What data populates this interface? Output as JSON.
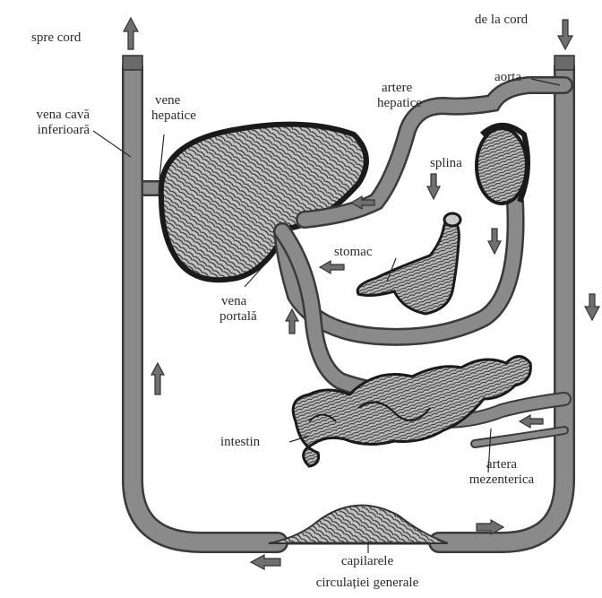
{
  "labels": {
    "spre_cord": "spre cord",
    "de_la_cord": "de la cord",
    "aorta": "aorta",
    "vena_cava": [
      "vena cavă",
      "inferioară"
    ],
    "vene_hepatice": [
      "vene",
      "hepatice"
    ],
    "artere_hepatice": [
      "artere",
      "hepatice"
    ],
    "splina": "splina",
    "stomac": "stomac",
    "vena_portala": [
      "vena",
      "portală"
    ],
    "intestin": "intestin",
    "artera_mezenterica": [
      "artera",
      "mezenterica"
    ],
    "capilarele": [
      "capilarele",
      "circulației generale"
    ]
  },
  "colors": {
    "vessel": "#808080",
    "vessel_edge": "#3a3a3a",
    "organ_fill": "#b9b9b9",
    "organ_texture": "#2f2f2f",
    "arrow": "#6f6f6f",
    "text": "#2a2a2a"
  }
}
